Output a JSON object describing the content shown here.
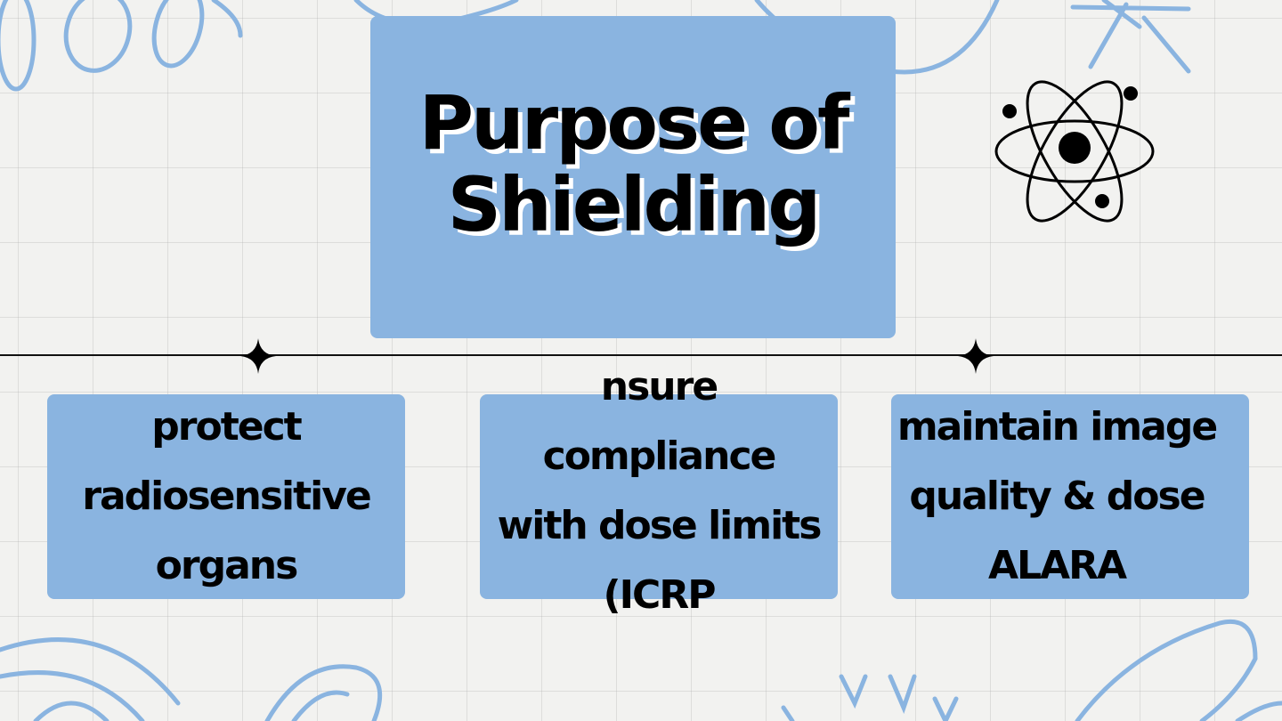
{
  "slide": {
    "title": "Purpose of Shielding",
    "cards": [
      {
        "text": "protect\nradiosensitive\norgans"
      },
      {
        "text": "nsure compliance\nwith dose limits\n(ICRP"
      },
      {
        "text": "maintain image\nquality  & dose\nALARA"
      }
    ]
  },
  "colors": {
    "accent": "#8ab4e0",
    "background": "#f2f2f0",
    "decoration": "#8ab4e0"
  },
  "icons": [
    "atom-icon",
    "sparkle-icon"
  ]
}
